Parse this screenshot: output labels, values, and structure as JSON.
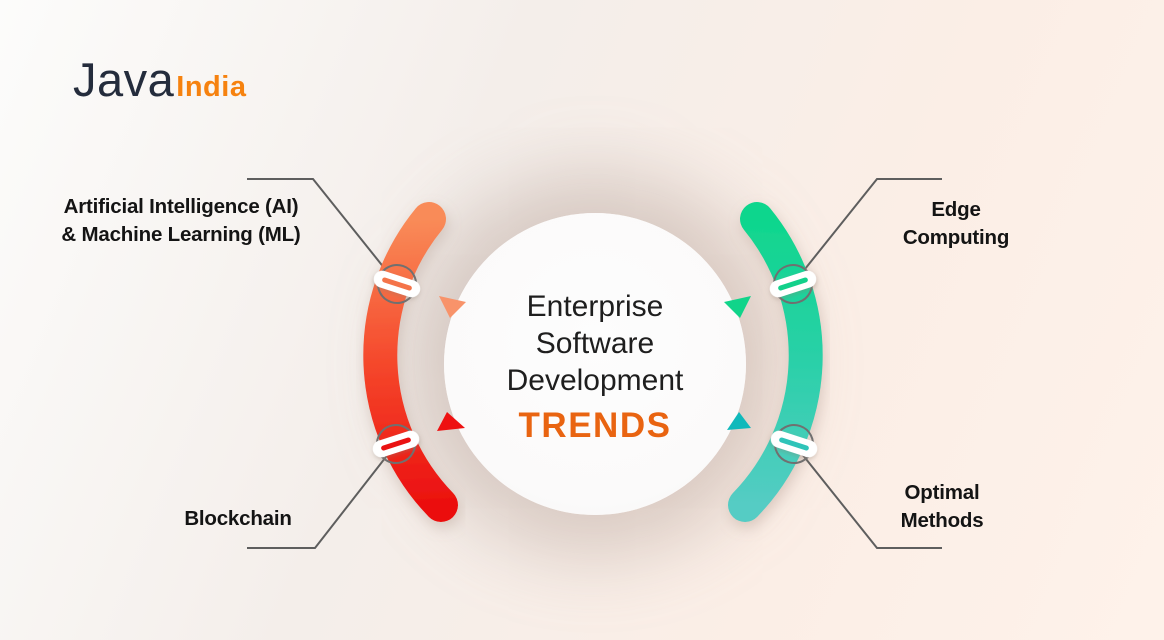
{
  "logo": {
    "java": "Java",
    "india": "India"
  },
  "center": {
    "line1": "Enterprise",
    "line2": "Software",
    "line3": "Development",
    "highlight": "TRENDS"
  },
  "labels": {
    "ai_ml": {
      "line1": "Artificial Intelligence (AI)",
      "line2": "& Machine Learning (ML)"
    },
    "blockchain": {
      "line1": "Blockchain"
    },
    "edge_computing": {
      "line1": "Edge",
      "line2": "Computing"
    },
    "optimal_methods": {
      "line1": "Optimal",
      "line2": "Methods"
    }
  },
  "colors": {
    "logo_java": "#242C3C",
    "logo_india": "#F6820F",
    "trends_orange": "#E96411",
    "center_text": "#1E1E1E",
    "label_text": "#141414",
    "arc_left_top": "#F98B58",
    "arc_left_mid": "#F5472B",
    "arc_left_bottom": "#EB0F0F",
    "arc_right_top": "#0FD68D",
    "arc_right_mid": "#2BD0A9",
    "arc_right_bottom": "#55CCC4",
    "triangle_orange": "#F8936A",
    "triangle_red": "#EE1111",
    "triangle_green": "#11D48A",
    "triangle_teal": "#10B9BB",
    "clip_stripe_ai": "#F4744A",
    "clip_stripe_blockchain": "#EA1212",
    "clip_stripe_edge": "#12D18B",
    "clip_stripe_optimal": "#2FC4B9",
    "connector_gray": "#5E5E5E",
    "clip_ring_gray": "#707070",
    "circle_fill": "#FBFAFA",
    "background_light": "#FBFBFA",
    "background_peach": "#FEF2EA"
  }
}
